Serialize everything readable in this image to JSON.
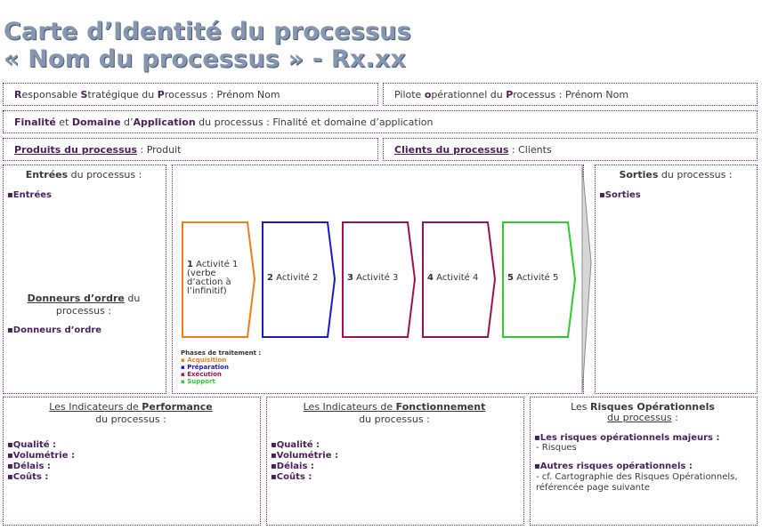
{
  "title": {
    "line1": "Carte d’Identité du processus",
    "line2": "« Nom du processus » - Rx.xx"
  },
  "header": {
    "responsable_label_parts": [
      "R",
      "esponsable ",
      "S",
      "tratégique du ",
      "P",
      "rocessus : "
    ],
    "responsable_value": "Prénom Nom",
    "pilote_parts": [
      "Pilote ",
      "o",
      "pérationnel du ",
      "P",
      "rocessus : "
    ],
    "pilote_value": "Prénom Nom",
    "finalite_label_1": "Finalité",
    "finalite_label_2": " et ",
    "finalite_label_3": "Domaine",
    "finalite_label_4": " d’",
    "finalite_label_5": "Application",
    "finalite_label_6": " du processus : ",
    "finalite_value": "Finalité et domaine d’application",
    "produits_label": "Produits du processus",
    "produits_sep": " : ",
    "produits_value": "Produit",
    "clients_label": "Clients du processus",
    "clients_sep": " : ",
    "clients_value": "Clients"
  },
  "entrees": {
    "title_bold": "Entrées",
    "title_rest": " du processus :",
    "item": "Entrées",
    "donneurs_title_1": "Donneurs d’ordre",
    "donneurs_title_2": " du",
    "donneurs_title_3": "processus :",
    "donneurs_item": "Donneurs d’ordre"
  },
  "sorties": {
    "title_bold": "Sorties",
    "title_rest": " du processus :",
    "item": "Sorties"
  },
  "activities": [
    {
      "num": "1",
      "label": " Activité 1",
      "extra": [
        "(verbe",
        "d’action à",
        "l’infinitif)"
      ],
      "color": "#f07d1a"
    },
    {
      "num": "2",
      "label": " Activité 2",
      "extra": [],
      "color": "#1a1acc"
    },
    {
      "num": "3",
      "label": " Activité 3",
      "extra": [],
      "color": "#a0124e"
    },
    {
      "num": "4",
      "label": " Activité 4",
      "extra": [],
      "color": "#a0124e"
    },
    {
      "num": "5",
      "label": " Activité 5",
      "extra": [],
      "color": "#2ecc2e"
    }
  ],
  "legend": {
    "title": "Phases de traitement :",
    "items": [
      {
        "text": "Acquisition",
        "color": "#f07d1a"
      },
      {
        "text": "Préparation",
        "color": "#1a1acc"
      },
      {
        "text": "Exécution",
        "color": "#a0124e"
      },
      {
        "text": "Support",
        "color": "#2ecc2e"
      }
    ]
  },
  "indicateurs_perf": {
    "title_1": "Les Indicateurs de ",
    "title_2": "Performance",
    "title_3": "du processus :",
    "items": [
      "Qualité :",
      "Volumétrie :",
      "Délais :",
      "Coûts :"
    ]
  },
  "indicateurs_fonct": {
    "title_1": "Les Indicateurs de ",
    "title_2": "Fonctionnement",
    "title_3": "du processus :",
    "items": [
      "Qualité :",
      "Volumétrie :",
      "Délais :",
      "Coûts :"
    ]
  },
  "risques": {
    "title_1": "Les ",
    "title_2": "Risques Opérationnels",
    "title_3": "du processus",
    "title_4": " :",
    "majeurs_label": "Les risques opérationnels majeurs :",
    "majeurs_value": "- Risques",
    "autres_label": "Autres risques opérationnels :",
    "autres_value_1": "- cf. Cartographie des Risques Opérationnels,",
    "autres_value_2": "référencée page suivante"
  }
}
